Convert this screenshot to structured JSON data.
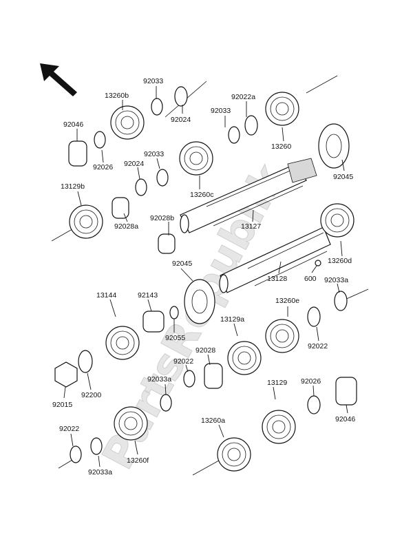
{
  "watermark": "PartsRepublik",
  "labels": {
    "p92033_top": "92033",
    "p13260b": "13260b",
    "p92024_top": "92024",
    "p92022a": "92022a",
    "p92033_mid": "92033",
    "p13260": "13260",
    "p92046_top": "92046",
    "p92026_top": "92026",
    "p92033_left": "92033",
    "p92024_left": "92024",
    "p13260c": "13260c",
    "p92045_top": "92045",
    "p13129b": "13129b",
    "p92028a": "92028a",
    "p92028b": "92028b",
    "p13127": "13127",
    "p13260d": "13260d",
    "p92045_mid": "92045",
    "p13128": "13128",
    "p600": "600",
    "p92033a_right": "92033a",
    "p13144": "13144",
    "p92143": "92143",
    "p13260e": "13260e",
    "p13129a": "13129a",
    "p92055": "92055",
    "p92022_right": "92022",
    "p92028": "92028",
    "p92022_left": "92022",
    "p92015": "92015",
    "p92200": "92200",
    "p92033a_left": "92033a",
    "p13129": "13129",
    "p92026_bot": "92026",
    "p92046_bot": "92046",
    "p92022_bot": "92022",
    "p13260a": "13260a",
    "p13260f": "13260f",
    "p92033a_bot": "92033a"
  }
}
